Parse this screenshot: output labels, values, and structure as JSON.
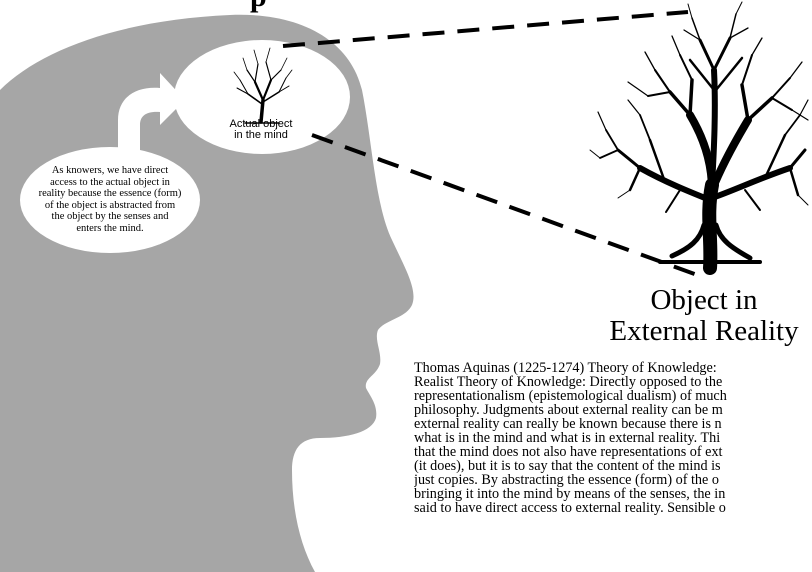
{
  "header": {
    "partial_title": "p"
  },
  "head": {
    "knowers_text_lines": [
      "As knowers, we have direct",
      "access to the actual object in",
      "reality because the essence (form)",
      "of the object is abstracted from",
      "the object by the senses and",
      "enters the mind."
    ],
    "mind_label_lines": [
      "Actual object",
      "in the mind"
    ]
  },
  "external": {
    "title_lines": [
      "Object in",
      "External Reality"
    ]
  },
  "description": {
    "lines": [
      "Thomas Aquinas (1225-1274) Theory of Knowledge:",
      "Realist Theory of Knowledge: Directly opposed to the",
      "representationalism (epistemological dualism) of much",
      "philosophy. Judgments about external reality can be m",
      "external reality can really be known because there is n",
      "what is in the mind and what is in external reality.  Thi",
      "that the mind does not also have representations of ext",
      "(it does), but it is to say that the content of the mind is",
      "just copies.  By abstracting the essence (form) of the o",
      "bringing it into the mind by means of the senses, the in",
      "said to have direct access to external reality. Sensible o"
    ]
  },
  "colors": {
    "head": "#a6a6a6",
    "bubble": "#ffffff",
    "ink": "#000000"
  },
  "icons": [
    "tree-icon-small",
    "tree-icon-large",
    "curved-arrow-icon"
  ]
}
